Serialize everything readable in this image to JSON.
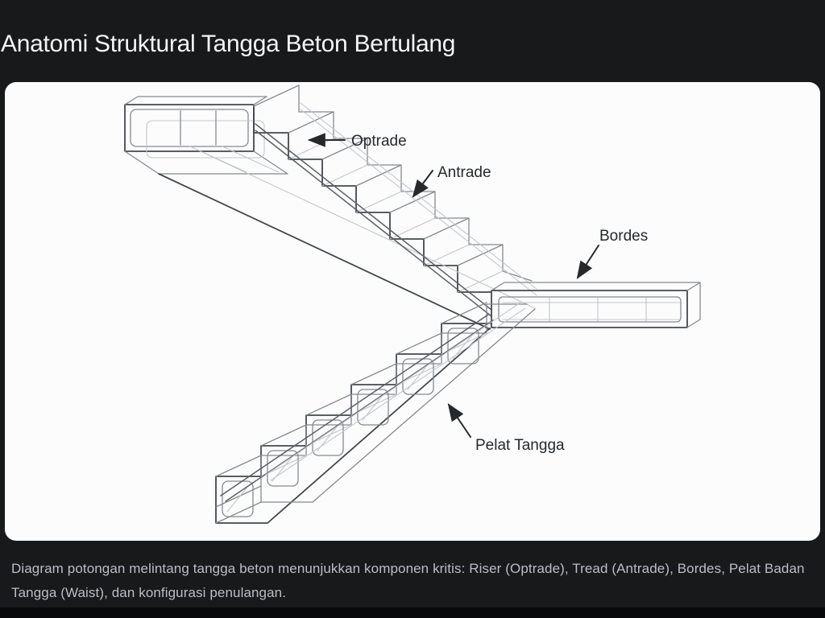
{
  "page": {
    "title": "Anatomi Struktural Tangga Beton Bertulang",
    "caption": "Diagram potongan melintang tangga beton menunjukkan komponen kritis: Riser (Optrade), Tread (Antrade), Bordes, Pelat Badan Tangga (Waist), dan konfigurasi penulangan."
  },
  "diagram": {
    "labels": {
      "optrade": "Optrade",
      "antrade": "Antrade",
      "bordes": "Bordes",
      "pelat_tangga": "Pelat Tangga"
    }
  },
  "colors": {
    "background": "#18191b",
    "panel": "#fcfcfc",
    "title_text": "#f4f5f6",
    "caption_text": "#b9bec6",
    "diagram_outline": "#44484e",
    "diagram_rebar": "#c3c7cb",
    "diagram_label": "#26292c"
  }
}
